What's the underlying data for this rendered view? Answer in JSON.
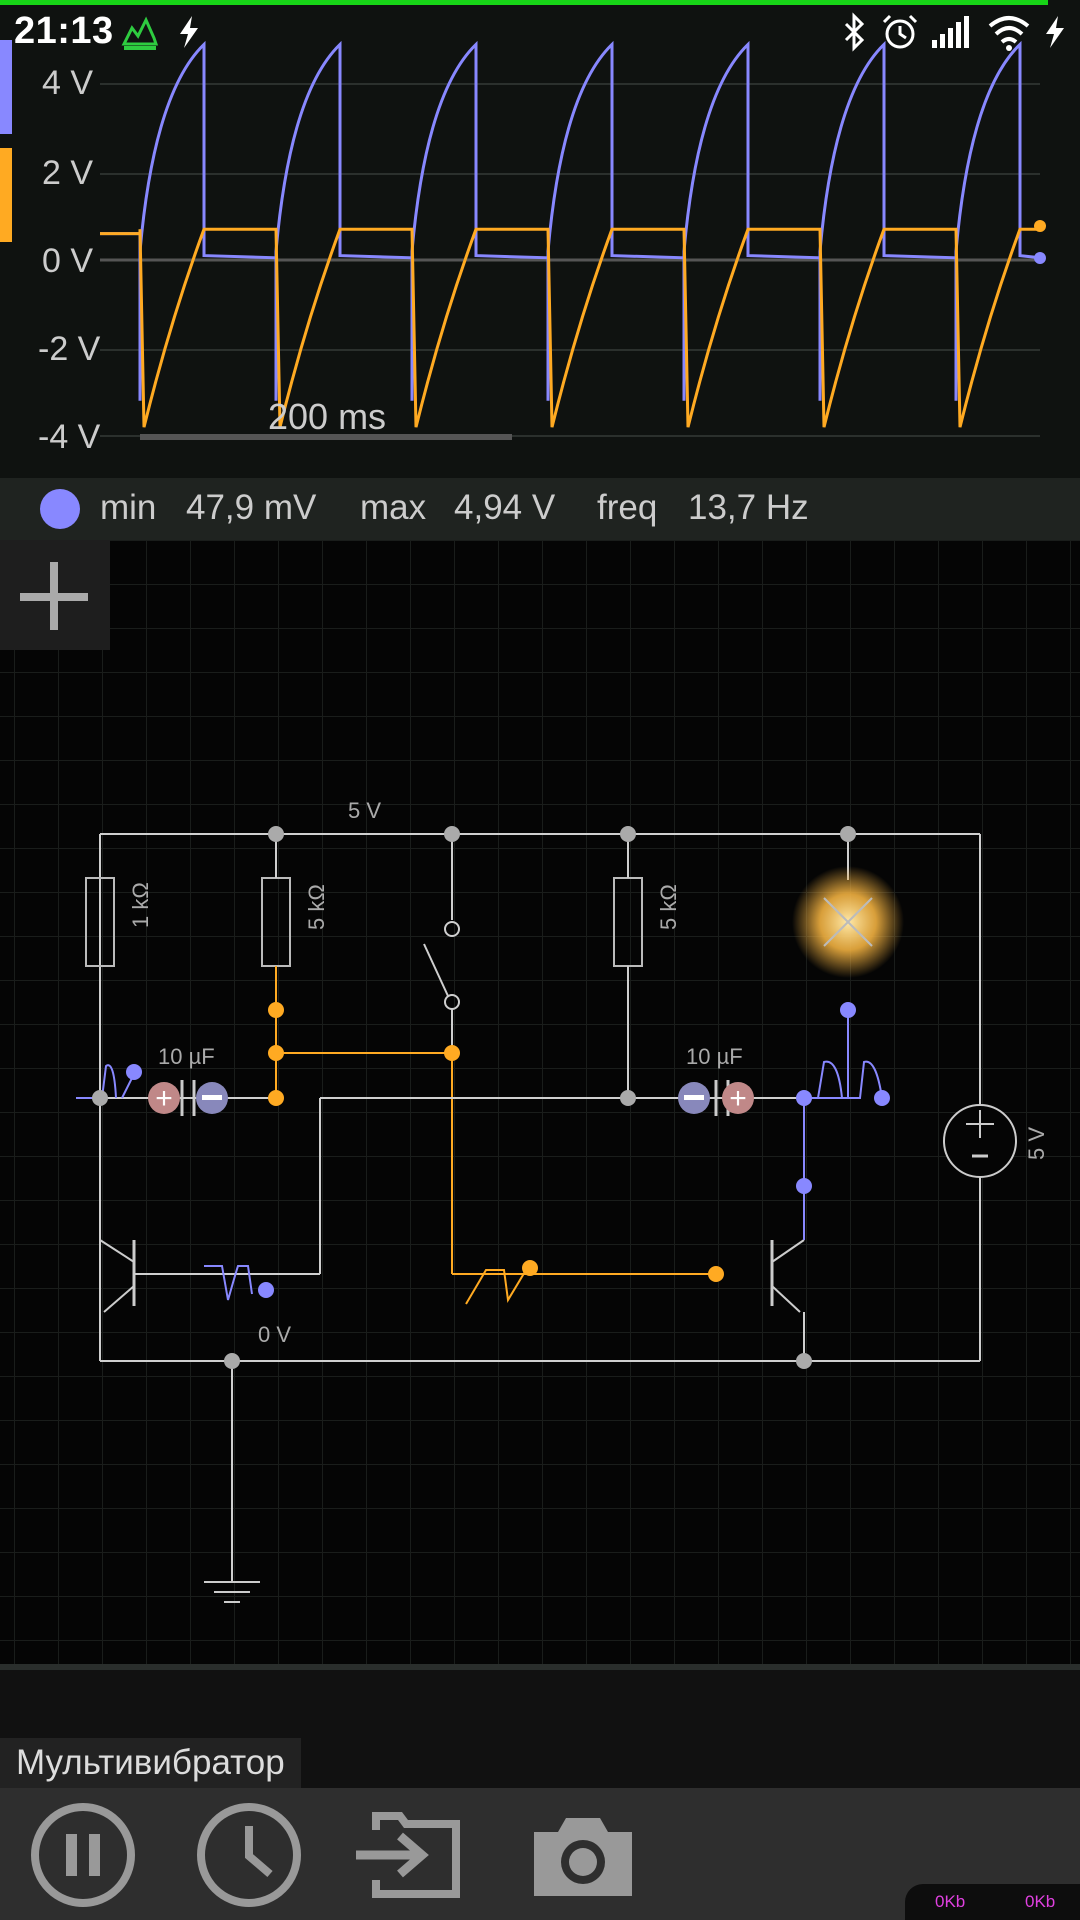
{
  "status_bar": {
    "time": "21:13",
    "icons": [
      "app-logo-icon",
      "flash-icon",
      "bluetooth-icon",
      "alarm-icon",
      "signal-icon",
      "wifi-icon",
      "charging-icon"
    ]
  },
  "oscilloscope": {
    "y_labels": [
      "4 V",
      "2 V",
      "0 V",
      "-2 V",
      "-4 V"
    ],
    "time_scale": "200 ms",
    "colors": {
      "channel_a": "#8888ff",
      "channel_b": "#ffaa22"
    }
  },
  "measurement": {
    "min_label": "min",
    "min_value": "47,9 mV",
    "max_label": "max",
    "max_value": "4,94 V",
    "freq_label": "freq",
    "freq_value": "13,7 Hz"
  },
  "circuit": {
    "supply_label": "5 V",
    "ground_label": "0 V",
    "r1": "1 kΩ",
    "r2": "5 kΩ",
    "r3": "5 kΩ",
    "c1": "10 µF",
    "c2": "10 µF",
    "battery": "5 V"
  },
  "project_name": "Мультивибратор",
  "toolbar": {
    "buttons": [
      "pause-icon",
      "clock-icon",
      "import-icon",
      "camera-icon"
    ]
  },
  "net_indicator": {
    "up": "0Kb",
    "down": "0Kb"
  }
}
